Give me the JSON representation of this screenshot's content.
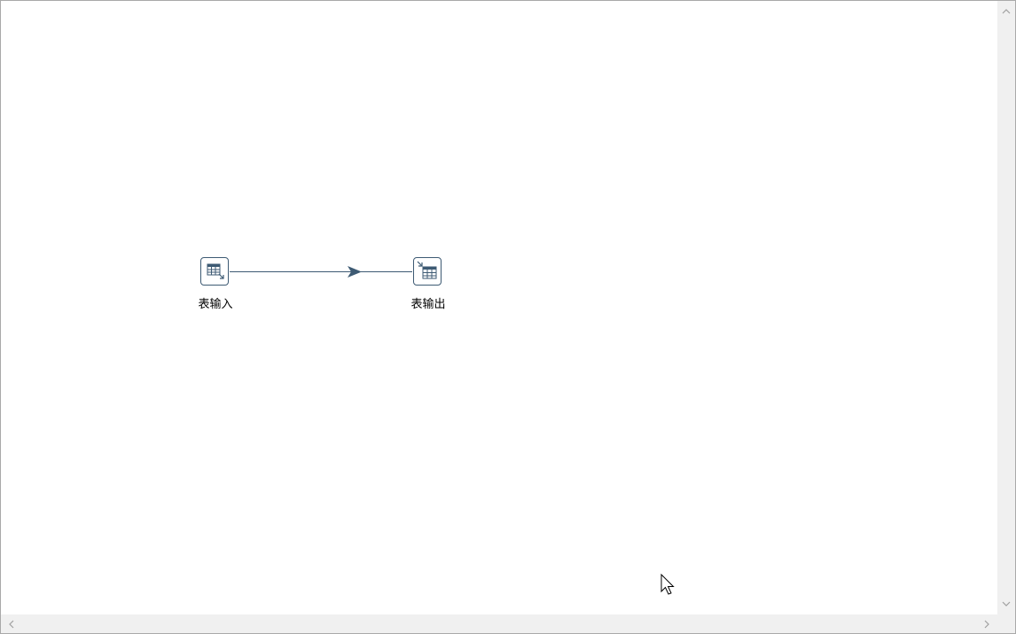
{
  "steps": [
    {
      "id": "table-input",
      "label": "表输入",
      "icon": "table-input-icon"
    },
    {
      "id": "table-output",
      "label": "表输出",
      "icon": "table-output-icon"
    }
  ],
  "hops": [
    {
      "from": "table-input",
      "to": "table-output",
      "color": "#3d5a73"
    }
  ],
  "colors": {
    "hop": "#3d5a73",
    "icon_border": "#3d5a73",
    "scrollbar_bg": "#f0f0f0",
    "scroll_arrow": "#a0a0a0"
  }
}
